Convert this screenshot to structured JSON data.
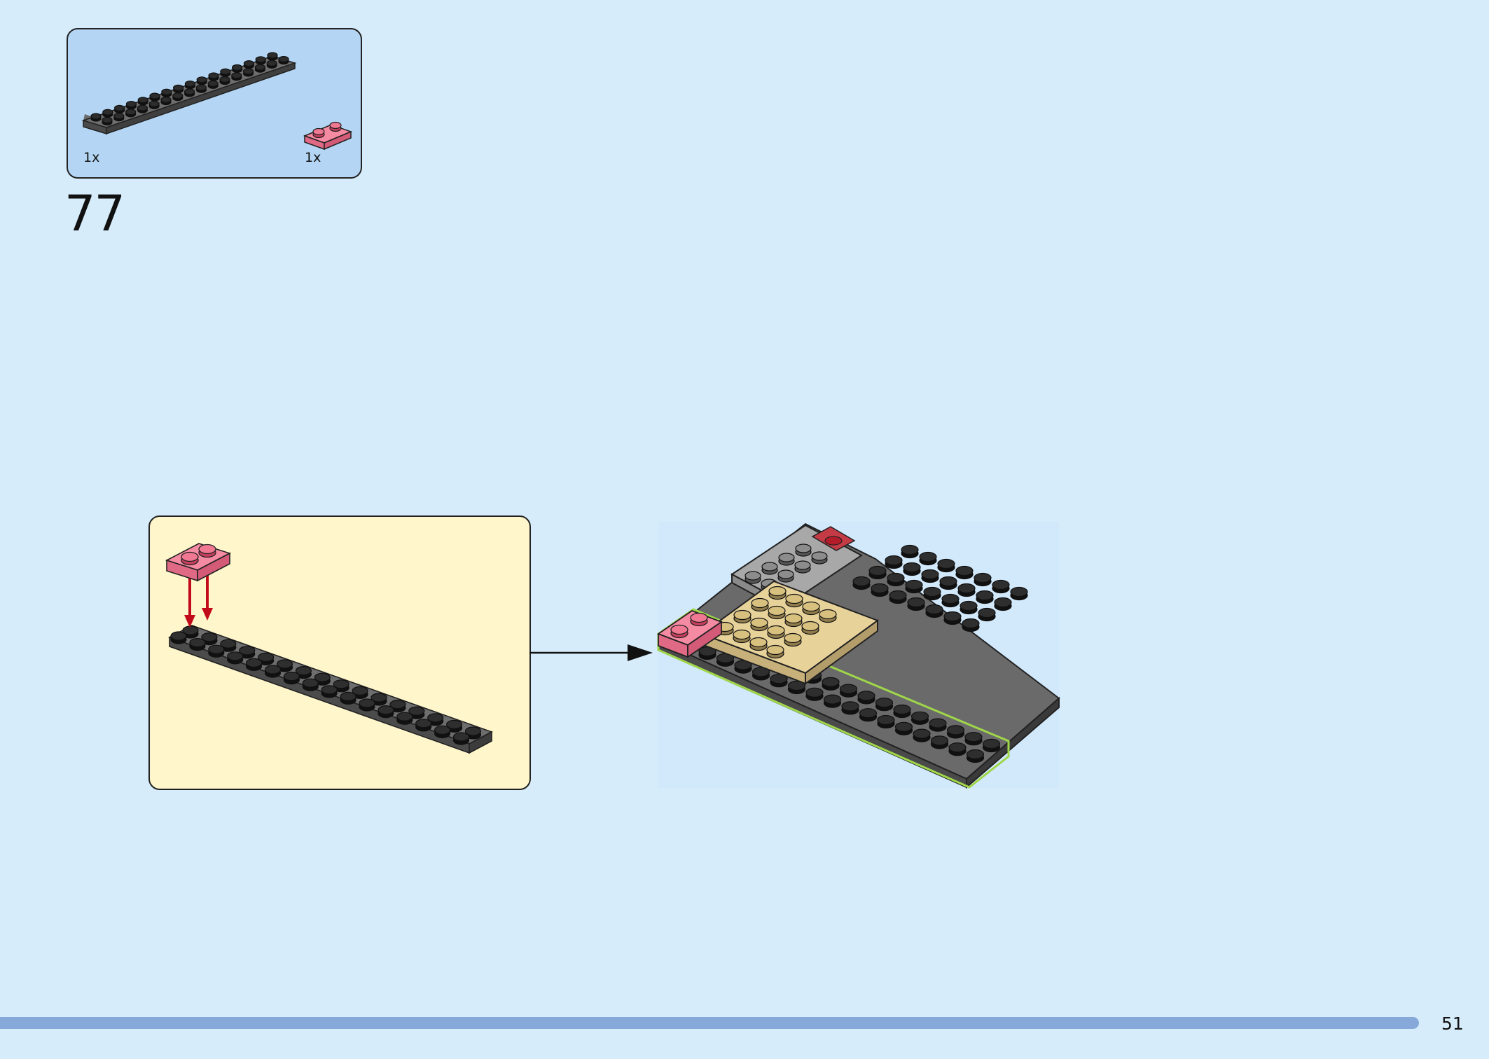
{
  "parts_list": {
    "items": [
      {
        "part": "dark-grey-plate-2x16-icon",
        "quantity": "1x",
        "color": "#5d5d5d"
      },
      {
        "part": "pink-plate-1x2-icon",
        "quantity": "1x",
        "color": "#f07893"
      }
    ]
  },
  "step": {
    "number": "77"
  },
  "callout": {
    "background": "#fff6cc",
    "arrow_color": "#c10b1b"
  },
  "page": {
    "number": "51",
    "background": "#d6ecfa",
    "bar_color": "#86a9d9"
  }
}
